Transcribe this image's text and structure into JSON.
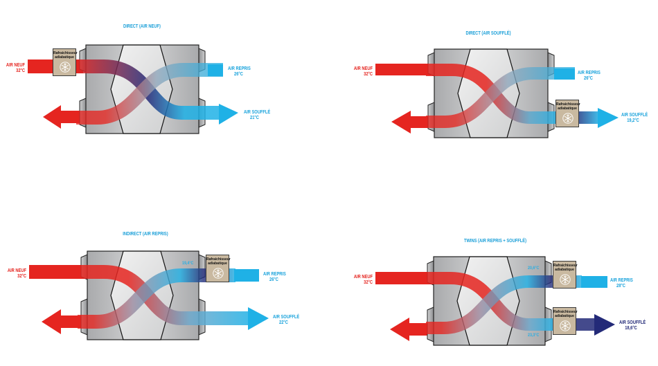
{
  "panels": [
    {
      "title": "DIRECT (AIR NEUF)",
      "air_neuf": {
        "label": "AIR NEUF",
        "temp": "32°C"
      },
      "air_repris": {
        "label": "AIR REPRIS",
        "temp": "26°C"
      },
      "air_souffle": {
        "label": "AIR SOUFFLÉ",
        "temp": "21°C"
      },
      "cooler": {
        "line1": "Rafraichisseur",
        "line2": "adiabatique"
      }
    },
    {
      "title": "DIRECT (AIR SOUFFLÉ)",
      "air_neuf": {
        "label": "AIR NEUF",
        "temp": "32°C"
      },
      "air_repris": {
        "label": "AIR REPRIS",
        "temp": "26°C"
      },
      "air_souffle": {
        "label": "AIR SOUFFLÉ",
        "temp": "19,2°C"
      },
      "cooler": {
        "line1": "Rafraichisseur",
        "line2": "adiabatique"
      }
    },
    {
      "title": "INDIRECT (AIR REPRIS)",
      "air_neuf": {
        "label": "AIR NEUF",
        "temp": "32°C"
      },
      "air_repris": {
        "label": "AIR REPRIS",
        "temp": "26°C"
      },
      "air_souffle": {
        "label": "AIR SOUFFLÉ",
        "temp": "22°C"
      },
      "internal_temp": "19,4°C",
      "cooler": {
        "line1": "Rafraichisseur",
        "line2": "adiabatique"
      }
    },
    {
      "title": "TWINS (AIR REPRIS + SOUFFLÉ)",
      "air_neuf": {
        "label": "AIR NEUF",
        "temp": "32°C"
      },
      "air_repris": {
        "label": "AIR REPRIS",
        "temp": "28°C"
      },
      "air_souffle": {
        "label": "AIR SOUFFLÉ",
        "temp": "18,6°C"
      },
      "internal_temp_top": "20,6°C",
      "internal_temp_bottom": "23,3°C",
      "cooler": {
        "line1": "Rafraichisseur",
        "line2": "adiabatique"
      },
      "cooler2": {
        "line1": "Rafraichisseur",
        "line2": "adiabatique"
      }
    }
  ],
  "colors": {
    "hot": "#e52520",
    "cool": "#1fb1e6",
    "cold": "#232a78",
    "box": "#c4c5c7",
    "cooler": "#c9b9a0"
  }
}
